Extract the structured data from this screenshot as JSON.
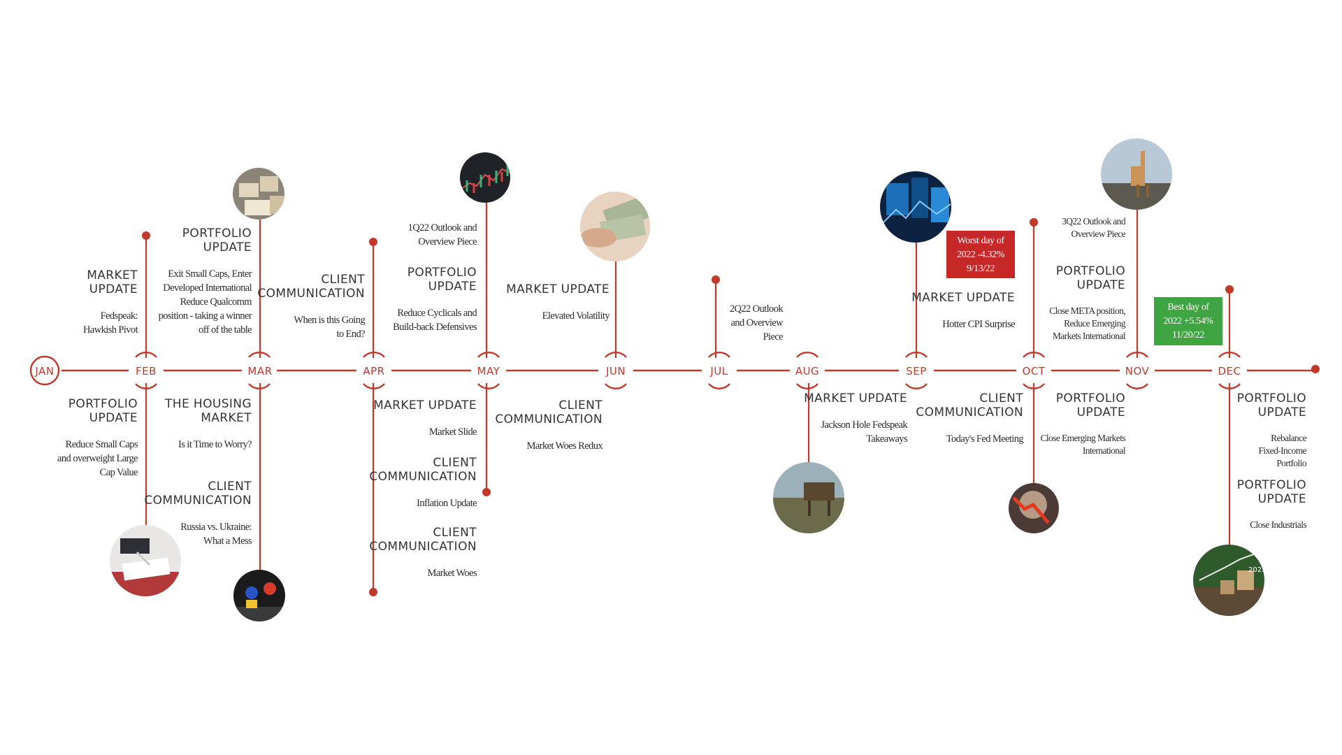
{
  "colors": {
    "line": "#c0392b",
    "label": "#c0392b",
    "worst_bg": "#c62828",
    "best_bg": "#3fa442"
  },
  "months": [
    "JAN",
    "FEB",
    "MAR",
    "APR",
    "MAY",
    "JUN",
    "JUL",
    "AUG",
    "SEP",
    "OCT",
    "NOV",
    "DEC"
  ],
  "events": {
    "feb_top": {
      "heading": "MARKET\nUPDATE",
      "text": "Fedspeak:\nHawkish Pivot"
    },
    "mar_top": {
      "heading": "PORTFOLIO\nUPDATE",
      "text": "Exit Small Caps, Enter\nDeveloped International\nReduce Qualcomm\nposition - taking a winner\noff of the table"
    },
    "apr_top": {
      "heading": "CLIENT\nCOMMUNICATION",
      "text": "When is this Going\nto End?"
    },
    "may_top_outlook": {
      "text": "1Q22 Outlook and\nOverview Piece"
    },
    "may_top": {
      "heading": "PORTFOLIO\nUPDATE",
      "text": "Reduce Cyclicals and\nBuild-back Defensives"
    },
    "jun_top": {
      "heading": "MARKET UPDATE",
      "text": "Elevated Volatility"
    },
    "jul_top": {
      "text": "2Q22 Outlook\nand Overview\nPiece"
    },
    "sep_top": {
      "heading": "MARKET UPDATE",
      "text": "Hotter CPI Surprise"
    },
    "nov_top_outlook": {
      "text": "3Q22 Outlook and\nOverview Piece"
    },
    "nov_top": {
      "heading": "PORTFOLIO\nUPDATE",
      "text": "Close META position,\nReduce Emerging\nMarkets International"
    },
    "feb_bottom": {
      "heading": "PORTFOLIO\nUPDATE",
      "text": "Reduce Small Caps\nand overweight Large\nCap Value"
    },
    "mar_bottom_1": {
      "heading": "THE HOUSING\nMARKET",
      "text": "Is it Time to Worry?"
    },
    "mar_bottom_2": {
      "heading": "CLIENT\nCOMMUNICATION",
      "text": "Russia vs. Ukraine:\nWhat a Mess"
    },
    "may_bottom_1": {
      "heading": "MARKET UPDATE",
      "text": "Market Slide"
    },
    "may_bottom_2": {
      "heading": "CLIENT\nCOMMUNICATION",
      "text": "Inflation Update"
    },
    "may_bottom_3": {
      "heading": "CLIENT\nCOMMUNICATION",
      "text": "Market Woes"
    },
    "jun_bottom": {
      "heading": "CLIENT\nCOMMUNICATION",
      "text": "Market Woes Redux"
    },
    "aug_bottom": {
      "heading": "MARKET UPDATE",
      "text": "Jackson Hole Fedspeak\nTakeaways"
    },
    "oct_bottom": {
      "heading": "CLIENT\nCOMMUNICATION",
      "text": "Today's Fed Meeting"
    },
    "nov_bottom": {
      "heading": "PORTFOLIO\nUPDATE",
      "text": "Close Emerging Markets\nInternational"
    },
    "dec_bottom_1": {
      "heading": "PORTFOLIO\nUPDATE",
      "text": "Rebalance\nFixed-Income\nPortfolio"
    },
    "dec_bottom_2": {
      "heading": "PORTFOLIO\nUPDATE",
      "text": "Close Industrials"
    }
  },
  "callouts": {
    "worst_day": "Worst day of\n2022 -4.32%\n9/13/22",
    "best_day": "Best day of\n2022 +5.54%\n11/20/22"
  }
}
